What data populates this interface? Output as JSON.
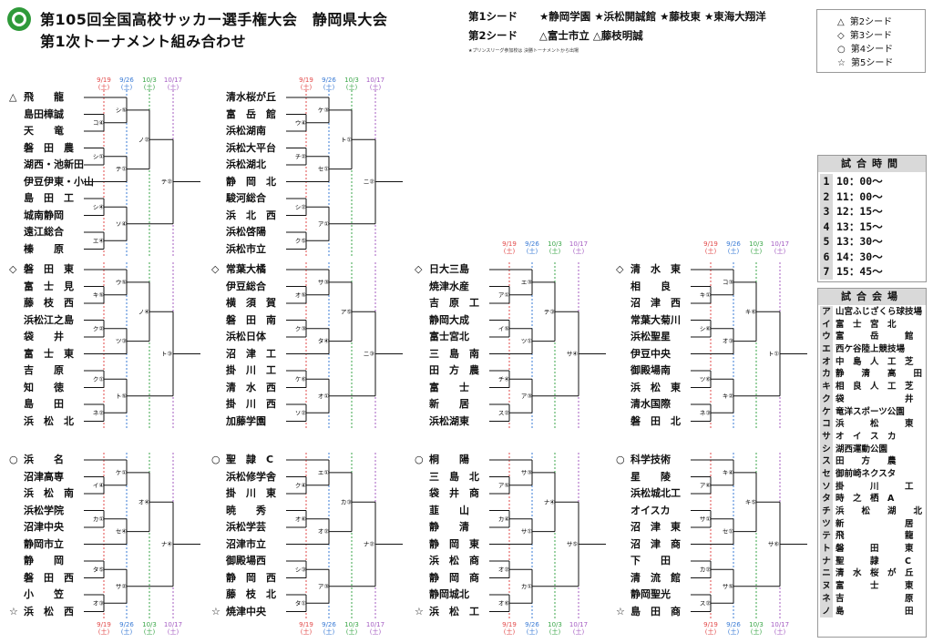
{
  "header": {
    "title_line1": "第105回全国高校サッカー選手権大会　静岡県大会",
    "title_line2": "第1次トーナメント組み合わせ",
    "seed1_label": "第1シード",
    "seed1_teams": "★静岡学園 ★浜松開誠館 ★藤枝東 ★東海大翔洋",
    "seed2_label": "第2シード",
    "seed2_teams": "△富士市立 △藤枝明誠",
    "note": "★プリンスリーグ参加校は 決勝トーナメントから出場",
    "logo_alt": "静岡県サッカー協会"
  },
  "legend": [
    {
      "symbol": "△",
      "label": "第2シード"
    },
    {
      "symbol": "◇",
      "label": "第3シード"
    },
    {
      "symbol": "○",
      "label": "第4シード"
    },
    {
      "symbol": "☆",
      "label": "第5シード"
    }
  ],
  "dates": [
    {
      "d": "9/19",
      "w": "(土)",
      "color": "#e24a4a"
    },
    {
      "d": "9/26",
      "w": "(土)",
      "color": "#3a7bd5"
    },
    {
      "d": "10/3",
      "w": "(土)",
      "color": "#3aa648"
    },
    {
      "d": "10/17",
      "w": "(土)",
      "color": "#a45cc2"
    }
  ],
  "brackets": [
    {
      "seed": "△",
      "teams": [
        "飛　　龍",
        "島田樟誠",
        "天　　竜",
        "磐　田　農",
        "湖西・池新田",
        "伊豆伊東・小山",
        "島　田　工",
        "城南静岡",
        "遠江総合",
        "榛　　原"
      ],
      "codes": [
        "コ④",
        "シ①",
        "シ④",
        "エ④",
        "シ⑤",
        "テ①",
        "ソ④",
        "ノ②",
        "テ②"
      ]
    },
    {
      "seed": "",
      "teams": [
        "清水桜が丘",
        "富　岳　館",
        "浜松湖南",
        "浜松大平台",
        "浜松湖北",
        "静　岡　北",
        "駿河総合",
        "浜　北　西",
        "浜松啓陽",
        "浜松市立"
      ],
      "codes": [
        "ウ④",
        "チ②",
        "シ②",
        "ク⑤",
        "ケ③",
        "セ①",
        "ア①",
        "ト①",
        "ニ②"
      ]
    },
    {
      "seed": "◇",
      "teams": [
        "磐　田　東",
        "富　士　見",
        "藤　枝　西",
        "浜松江之島",
        "袋　　井",
        "富　士　東",
        "吉　　原",
        "知　　徳",
        "島　　田",
        "浜　松　北"
      ],
      "codes": [
        "キ⑤",
        "ク②",
        "ク①",
        "ネ②",
        "ウ⑤",
        "ツ③",
        "ト⑤",
        "ノ④",
        "ト③"
      ]
    },
    {
      "seed": "◇",
      "teams": [
        "常葉大橘",
        "伊豆総合",
        "横　須　賀",
        "磐　田　南",
        "浜松日体",
        "沼　津　工",
        "掛　川　工",
        "清　水　西",
        "掛　川　西",
        "加藤学園"
      ],
      "codes": [
        "オ⑤",
        "ク③",
        "ケ⑥",
        "ソ②",
        "サ③",
        "タ④",
        "オ①",
        "ア⑤",
        "ニ③"
      ]
    },
    {
      "seed": "○",
      "teams": [
        "浜　　名",
        "沼津高専",
        "浜　松　南",
        "浜松学院",
        "沼津中央",
        "静岡市立",
        "静　　岡",
        "磐　田　西",
        "小　　笠",
        "浜　松　西"
      ],
      "codes": [
        "イ④",
        "カ①",
        "タ⑤",
        "オ③",
        "ケ①",
        "セ④",
        "サ②",
        "オ④",
        "ナ④"
      ]
    },
    {
      "seed": "○",
      "teams": [
        "聖　隷　C",
        "浜松修学舎",
        "掛　川　東",
        "暁　　秀",
        "浜松学芸",
        "沼津市立",
        "御殿場西",
        "静　岡　西",
        "藤　枝　北",
        "焼津中央"
      ],
      "codes": [
        "ク④",
        "オ⑥",
        "シ③",
        "タ①",
        "エ①",
        "オ②",
        "ア③",
        "カ③",
        "ナ②"
      ]
    },
    {
      "seed": "◇",
      "teams": [
        "日大三島",
        "焼津水産",
        "吉　原　工",
        "静岡大成",
        "富士宮北",
        "三　島　南",
        "田　方　農",
        "富　　士",
        "新　　居",
        "浜松湖東"
      ],
      "codes": [
        "ア①",
        "イ⑤",
        "チ④",
        "ス②",
        "エ③",
        "ツ①",
        "ア③",
        "テ③",
        "サ④"
      ]
    },
    {
      "seed": "◇",
      "teams": [
        "清　水　東",
        "相　　良",
        "沼　津　西",
        "常葉大菊川",
        "浜松聖星",
        "伊豆中央",
        "御殿場南",
        "浜　松　東",
        "清水国際",
        "磐　田　北"
      ],
      "codes": [
        "キ①",
        "シ⑥",
        "ツ⑥",
        "ネ③",
        "コ③",
        "オ③",
        "キ②",
        "キ⑥",
        "ト①"
      ]
    },
    {
      "seed": "○",
      "teams": [
        "桐　　陽",
        "三　島　北",
        "袋　井　商",
        "韮　　山",
        "静　　清",
        "静　岡　東",
        "浜　松　商",
        "静　岡　商",
        "静岡城北",
        "浜　松　工"
      ],
      "codes": [
        "ア⑤",
        "カ④",
        "オ②",
        "オ⑥",
        "サ③",
        "サ①",
        "カ①",
        "ナ④",
        "サ⑤"
      ]
    },
    {
      "seed": "○",
      "teams": [
        "科学技術",
        "星　　陵",
        "浜松城北工",
        "オイスカ",
        "沼　津　東",
        "沼　津　商",
        "下　　田",
        "清　流　館",
        "静岡聖光",
        "島　田　商"
      ],
      "codes": [
        "ア⑥",
        "サ①",
        "カ②",
        "ス②",
        "キ④",
        "セ①",
        "サ⑤",
        "キ⑤",
        "サ⑥"
      ]
    }
  ],
  "bottom_seeds": [
    "☆",
    "☆",
    "☆",
    "☆"
  ],
  "match_times": {
    "header": "試合時間",
    "rows": [
      {
        "n": "1",
        "t": "10：00～"
      },
      {
        "n": "2",
        "t": "11：00～"
      },
      {
        "n": "3",
        "t": "12：15～"
      },
      {
        "n": "4",
        "t": "13：15～"
      },
      {
        "n": "5",
        "t": "13：30～"
      },
      {
        "n": "6",
        "t": "14：30～"
      },
      {
        "n": "7",
        "t": "15：45～"
      }
    ]
  },
  "venues": {
    "header": "試合会場",
    "rows": [
      {
        "k": "ア",
        "v": "山宮ふじざくら球技場"
      },
      {
        "k": "イ",
        "v": "富　士　宮　北"
      },
      {
        "k": "ウ",
        "v": "富　　　岳　　　館"
      },
      {
        "k": "エ",
        "v": "西ケ谷陸上競技場"
      },
      {
        "k": "オ",
        "v": "中　島　人　工　芝"
      },
      {
        "k": "カ",
        "v": "静　　清　　高　　田"
      },
      {
        "k": "キ",
        "v": "相　良　人　工　芝"
      },
      {
        "k": "ク",
        "v": "袋　　　　　　　井"
      },
      {
        "k": "ケ",
        "v": "竜洋スポーツ公園"
      },
      {
        "k": "コ",
        "v": "浜　　　松　　　東"
      },
      {
        "k": "サ",
        "v": "オ　イ　ス　カ"
      },
      {
        "k": "シ",
        "v": "湖西運動公園"
      },
      {
        "k": "ス",
        "v": "田　　方　　農"
      },
      {
        "k": "セ",
        "v": "御前崎ネクスタ"
      },
      {
        "k": "ソ",
        "v": "掛　　　川　　　工"
      },
      {
        "k": "タ",
        "v": "時　之　栖　A"
      },
      {
        "k": "チ",
        "v": "浜　　松　　湖　　北"
      },
      {
        "k": "ツ",
        "v": "新　　　　　　　居"
      },
      {
        "k": "テ",
        "v": "飛　　　　　　　龍"
      },
      {
        "k": "ト",
        "v": "磐　　　田　　　東"
      },
      {
        "k": "ナ",
        "v": "聖　　　隷　　　C"
      },
      {
        "k": "ニ",
        "v": "清　水　桜　が　丘"
      },
      {
        "k": "ヌ",
        "v": "富　　　士　　　東"
      },
      {
        "k": "ネ",
        "v": "吉　　　　　　　原"
      },
      {
        "k": "ノ",
        "v": "島　　　　　　　田"
      }
    ]
  }
}
